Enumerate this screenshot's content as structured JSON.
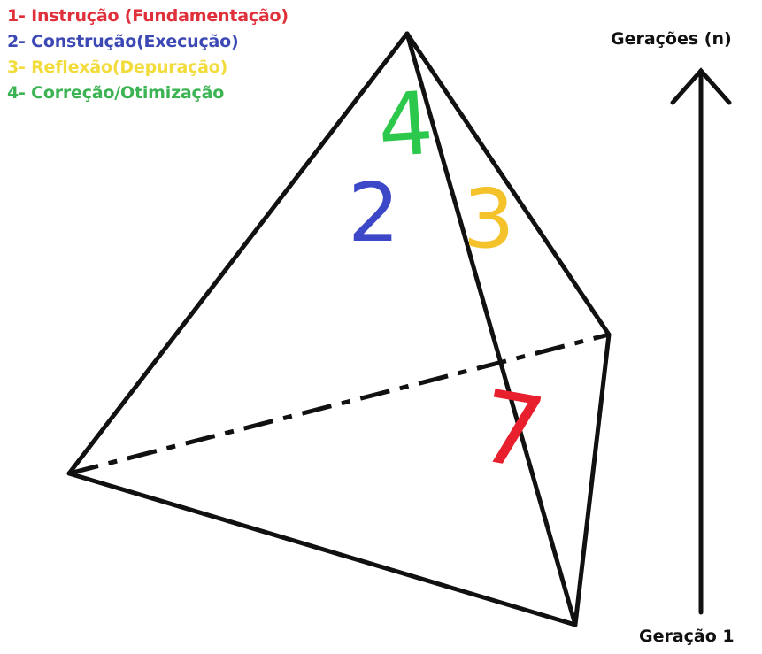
{
  "legend": {
    "items": [
      {
        "text": "1- Instrução (Fundamentação)",
        "color": "#e0303c"
      },
      {
        "text": "2- Construção(Execução)",
        "color": "#3c48b4"
      },
      {
        "text": "3- Reflexão(Depuração)",
        "color": "#f2dc3c"
      },
      {
        "text": "4- Correção/Otimização",
        "color": "#3cb454"
      }
    ]
  },
  "axis": {
    "top_label": "Gerações (n)",
    "bottom_label": "Geração 1"
  },
  "faces": {
    "face1": {
      "text": "7",
      "color": "#e8202e"
    },
    "face2": {
      "text": "2",
      "color": "#3c48c8"
    },
    "face3": {
      "text": "3",
      "color": "#f4c22a"
    },
    "face4": {
      "text": "4",
      "color": "#2cc84c"
    }
  }
}
